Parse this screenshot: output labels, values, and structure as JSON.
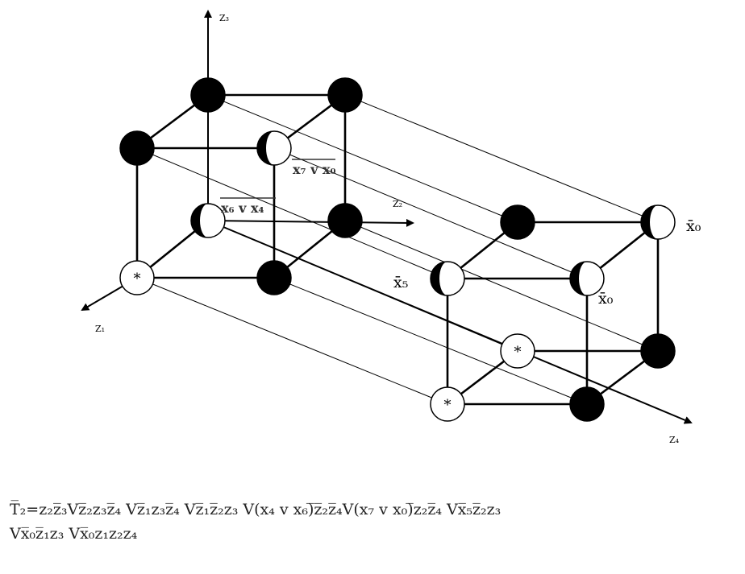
{
  "axes": {
    "z1": "Z₁",
    "z2": "Z₂",
    "z3": "Z₃",
    "z4": "Z₄"
  },
  "node_labels": {
    "x0_bar_right": "x̄₀",
    "x0_bar_mid": "x̄₀",
    "x5_bar": "x̄₅",
    "x7_v_x0_neg": "x₇ v x₀",
    "x6_v_x4_neg": "x₆ v x₄",
    "star": "*"
  },
  "formula": {
    "line1": "T̅₂=z₂z̅₃Vz̅₂z₃z̅₄ Vz̅₁z₃z̅₄ Vz̅₁z̅₂z₃ V(x₄ v x₆)̅z̅₂z̅₄V(x₇ v x₀)̅z₂z̅₄ Vx̅₅z̅₂z₃",
    "line2": "Vx̅₀z̅₁z₃ Vx̅₀z₁z₂z₄"
  },
  "colors": {
    "node_fill": "#000000",
    "node_empty": "#ffffff",
    "line": "#000000"
  }
}
